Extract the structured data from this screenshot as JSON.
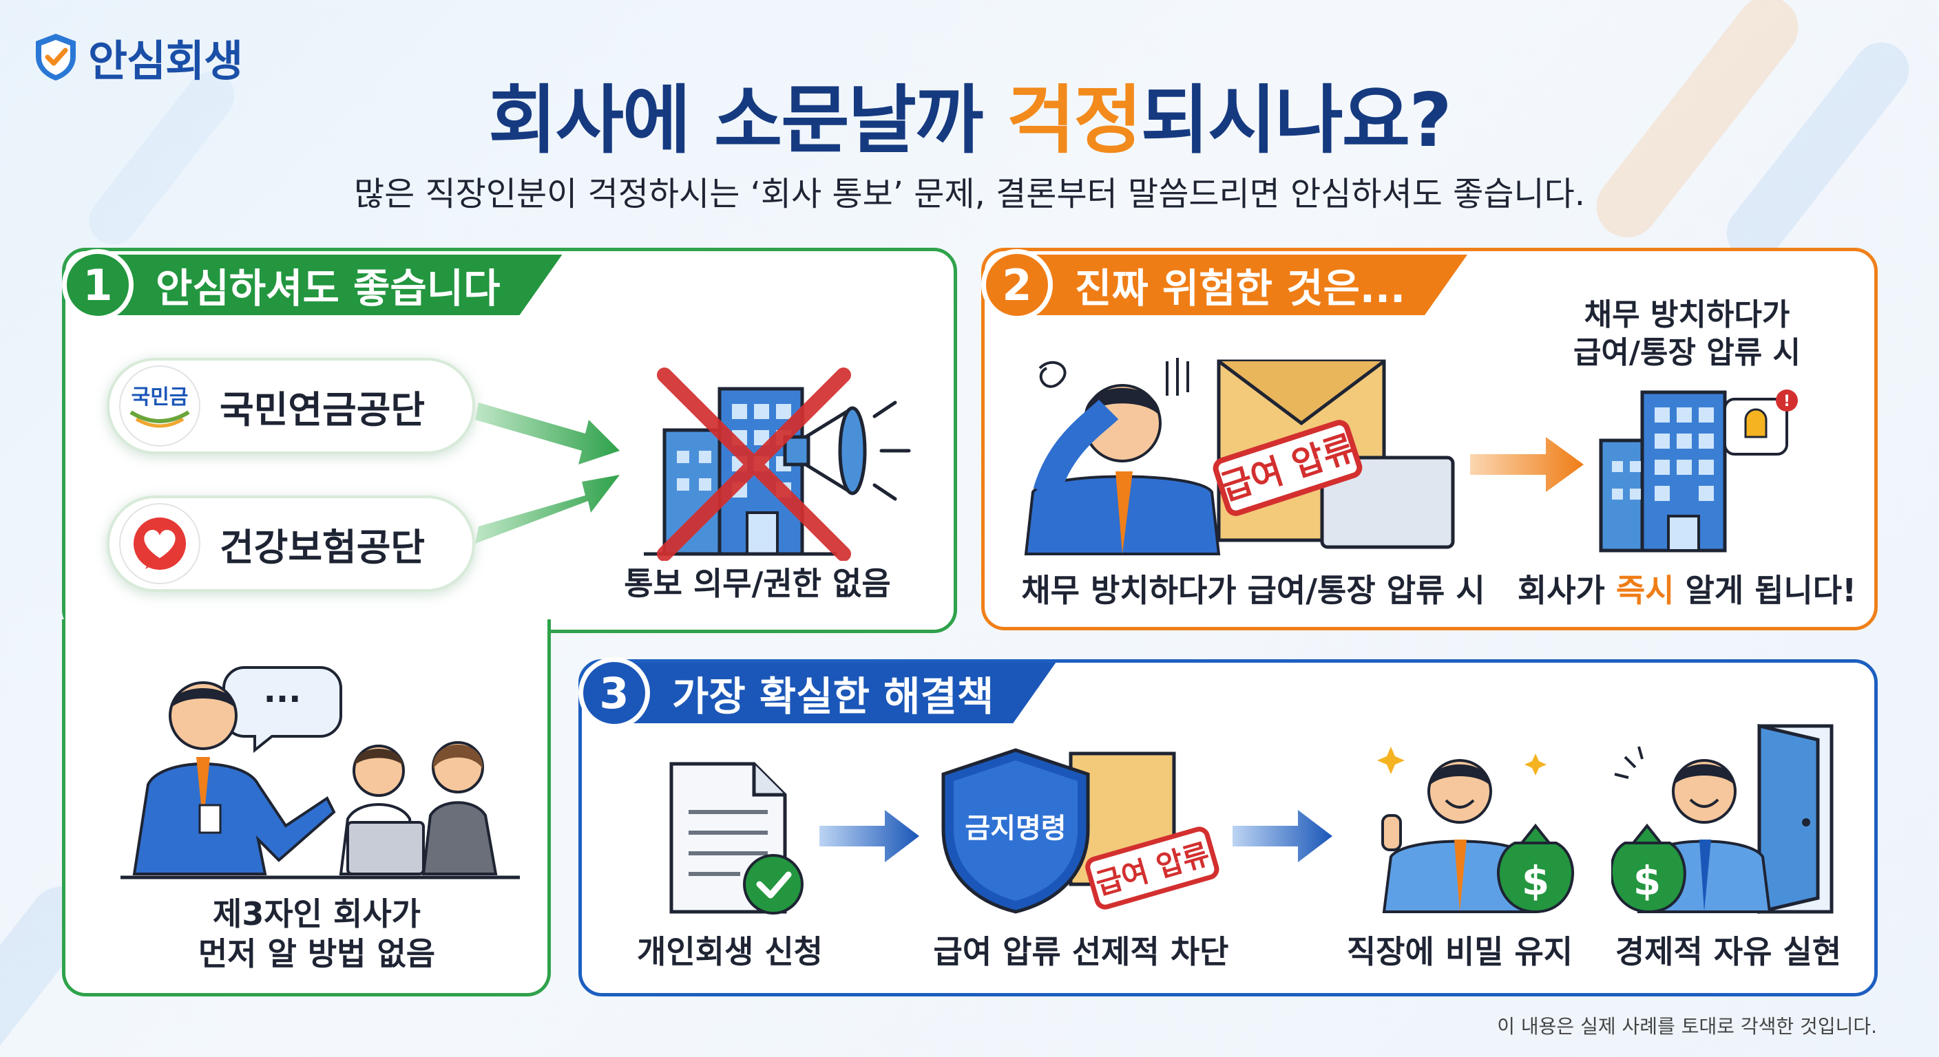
{
  "brand": {
    "name": "안심회생"
  },
  "header": {
    "title_pre": "회사에 소문날까 ",
    "title_hl": "걱정",
    "title_post": "되시나요?",
    "subtitle": "많은 직장인분이 걱정하시는 ‘회사 통보’ 문제, 결론부터 말씀드리면 안심하셔도 좋습니다."
  },
  "section1": {
    "number": "1",
    "title": "안심하셔도 좋습니다",
    "org1": {
      "logo_text": "국민금",
      "name": "국민연금공단"
    },
    "org2": {
      "name": "건강보험공단"
    },
    "no_duty": "통보 의무/권한 없음",
    "third_party_line1": "제3자인 회사가",
    "third_party_line2": "먼저 알 방법 없음",
    "speech": "···"
  },
  "section2": {
    "number": "2",
    "title": "진짜 위험한 것은...",
    "stamp": "급여 압류",
    "caption_left": "채무 방치하다가 급여/통장 압류 시",
    "top_line1": "채무 방치하다가",
    "top_line2": "급여/통장 압류 시",
    "caption_right_pre": "회사가 ",
    "caption_right_hl": "즉시",
    "caption_right_post": " 알게 됩니다!"
  },
  "section3": {
    "number": "3",
    "title": "가장 확실한 해결책",
    "shield_text": "금지명령",
    "stamp": "급여 압류",
    "steps": [
      "개인회생 신청",
      "급여 압류 선제적 차단",
      "직장에 비밀 유지",
      "경제적 자유 실현"
    ]
  },
  "footnote": "이 내용은 실제 사례를 토대로 각색한 것입니다.",
  "colors": {
    "green": "#23963f",
    "orange": "#ef7d16",
    "blue": "#1b57b8",
    "navy": "#163a80",
    "red": "#d32f2f"
  }
}
